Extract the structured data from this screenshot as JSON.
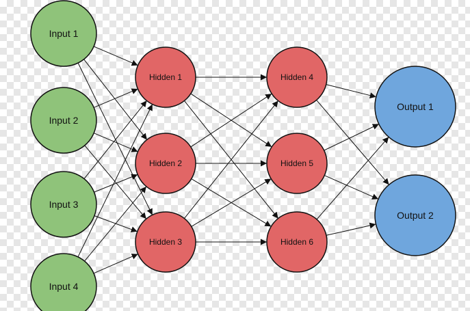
{
  "colors": {
    "input": "#8fc37a",
    "hidden": "#e16666",
    "output": "#6fa6dd",
    "stroke": "#111111",
    "edge": "#111111"
  },
  "nodes": [
    {
      "id": "in1",
      "label": "Input 1",
      "kind": "input"
    },
    {
      "id": "in2",
      "label": "Input 2",
      "kind": "input"
    },
    {
      "id": "in3",
      "label": "Input 3",
      "kind": "input"
    },
    {
      "id": "in4",
      "label": "Input 4",
      "kind": "input"
    },
    {
      "id": "h1",
      "label": "Hidden 1",
      "kind": "hidden"
    },
    {
      "id": "h2",
      "label": "Hidden 2",
      "kind": "hidden"
    },
    {
      "id": "h3",
      "label": "Hidden 3",
      "kind": "hidden"
    },
    {
      "id": "h4",
      "label": "Hidden 4",
      "kind": "hidden"
    },
    {
      "id": "h5",
      "label": "Hidden 5",
      "kind": "hidden"
    },
    {
      "id": "h6",
      "label": "Hidden 6",
      "kind": "hidden"
    },
    {
      "id": "out1",
      "label": "Output 1",
      "kind": "output"
    },
    {
      "id": "out2",
      "label": "Output 2",
      "kind": "output"
    }
  ],
  "edges": [
    [
      "in1",
      "h1"
    ],
    [
      "in1",
      "h2"
    ],
    [
      "in1",
      "h3"
    ],
    [
      "in2",
      "h1"
    ],
    [
      "in2",
      "h2"
    ],
    [
      "in2",
      "h3"
    ],
    [
      "in3",
      "h1"
    ],
    [
      "in3",
      "h2"
    ],
    [
      "in3",
      "h3"
    ],
    [
      "in4",
      "h1"
    ],
    [
      "in4",
      "h2"
    ],
    [
      "in4",
      "h3"
    ],
    [
      "h1",
      "h4"
    ],
    [
      "h1",
      "h5"
    ],
    [
      "h1",
      "h6"
    ],
    [
      "h2",
      "h4"
    ],
    [
      "h2",
      "h5"
    ],
    [
      "h2",
      "h6"
    ],
    [
      "h3",
      "h4"
    ],
    [
      "h3",
      "h5"
    ],
    [
      "h3",
      "h6"
    ],
    [
      "h4",
      "out1"
    ],
    [
      "h4",
      "out2"
    ],
    [
      "h5",
      "out1"
    ],
    [
      "h5",
      "out2"
    ],
    [
      "h6",
      "out1"
    ],
    [
      "h6",
      "out2"
    ]
  ]
}
